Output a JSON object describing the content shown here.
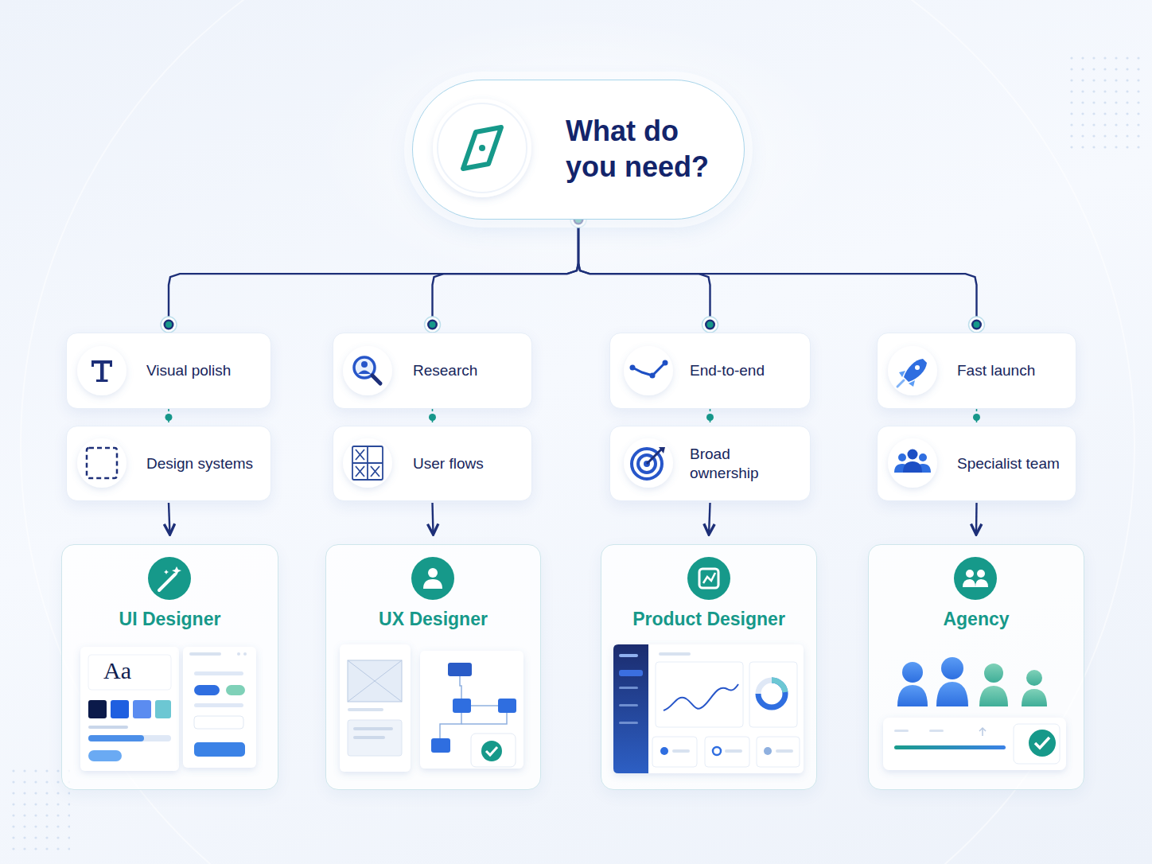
{
  "diagram": {
    "nodes": [
      {
        "text": [
          "What do you need?"
        ]
      },
      {
        "text": [
          "Visual polish"
        ]
      },
      {
        "text": [
          "Research"
        ]
      },
      {
        "text": [
          "End-to-end"
        ]
      },
      {
        "text": [
          "Fast launch"
        ]
      },
      {
        "text": [
          "Design systems"
        ]
      },
      {
        "text": [
          "User flows"
        ]
      },
      {
        "text": [
          "Broad ownership"
        ]
      },
      {
        "text": [
          "Specialist team"
        ]
      },
      {
        "text": [
          "UI Designer"
        ]
      },
      {
        "text": [
          "UX Designer"
        ]
      },
      {
        "text": [
          "Product Designer"
        ]
      },
      {
        "text": [
          "Agency"
        ]
      }
    ],
    "edges": [
      {
        "from": 0,
        "to": 1,
        "arrow": "none"
      },
      {
        "from": 0,
        "to": 2,
        "arrow": "none"
      },
      {
        "from": 0,
        "to": 3,
        "arrow": "none"
      },
      {
        "from": 0,
        "to": 4,
        "arrow": "none"
      },
      {
        "from": 1,
        "to": 5,
        "arrow": "none"
      },
      {
        "from": 2,
        "to": 6,
        "arrow": "none"
      },
      {
        "from": 3,
        "to": 7,
        "arrow": "none"
      },
      {
        "from": 4,
        "to": 8,
        "arrow": "none"
      },
      {
        "from": 5,
        "to": 9,
        "arrow": "to"
      },
      {
        "from": 6,
        "to": 10,
        "arrow": "to"
      },
      {
        "from": 7,
        "to": 11,
        "arrow": "to"
      },
      {
        "from": 8,
        "to": 12,
        "arrow": "to"
      }
    ],
    "labels": [
      "Aa"
    ]
  }
}
